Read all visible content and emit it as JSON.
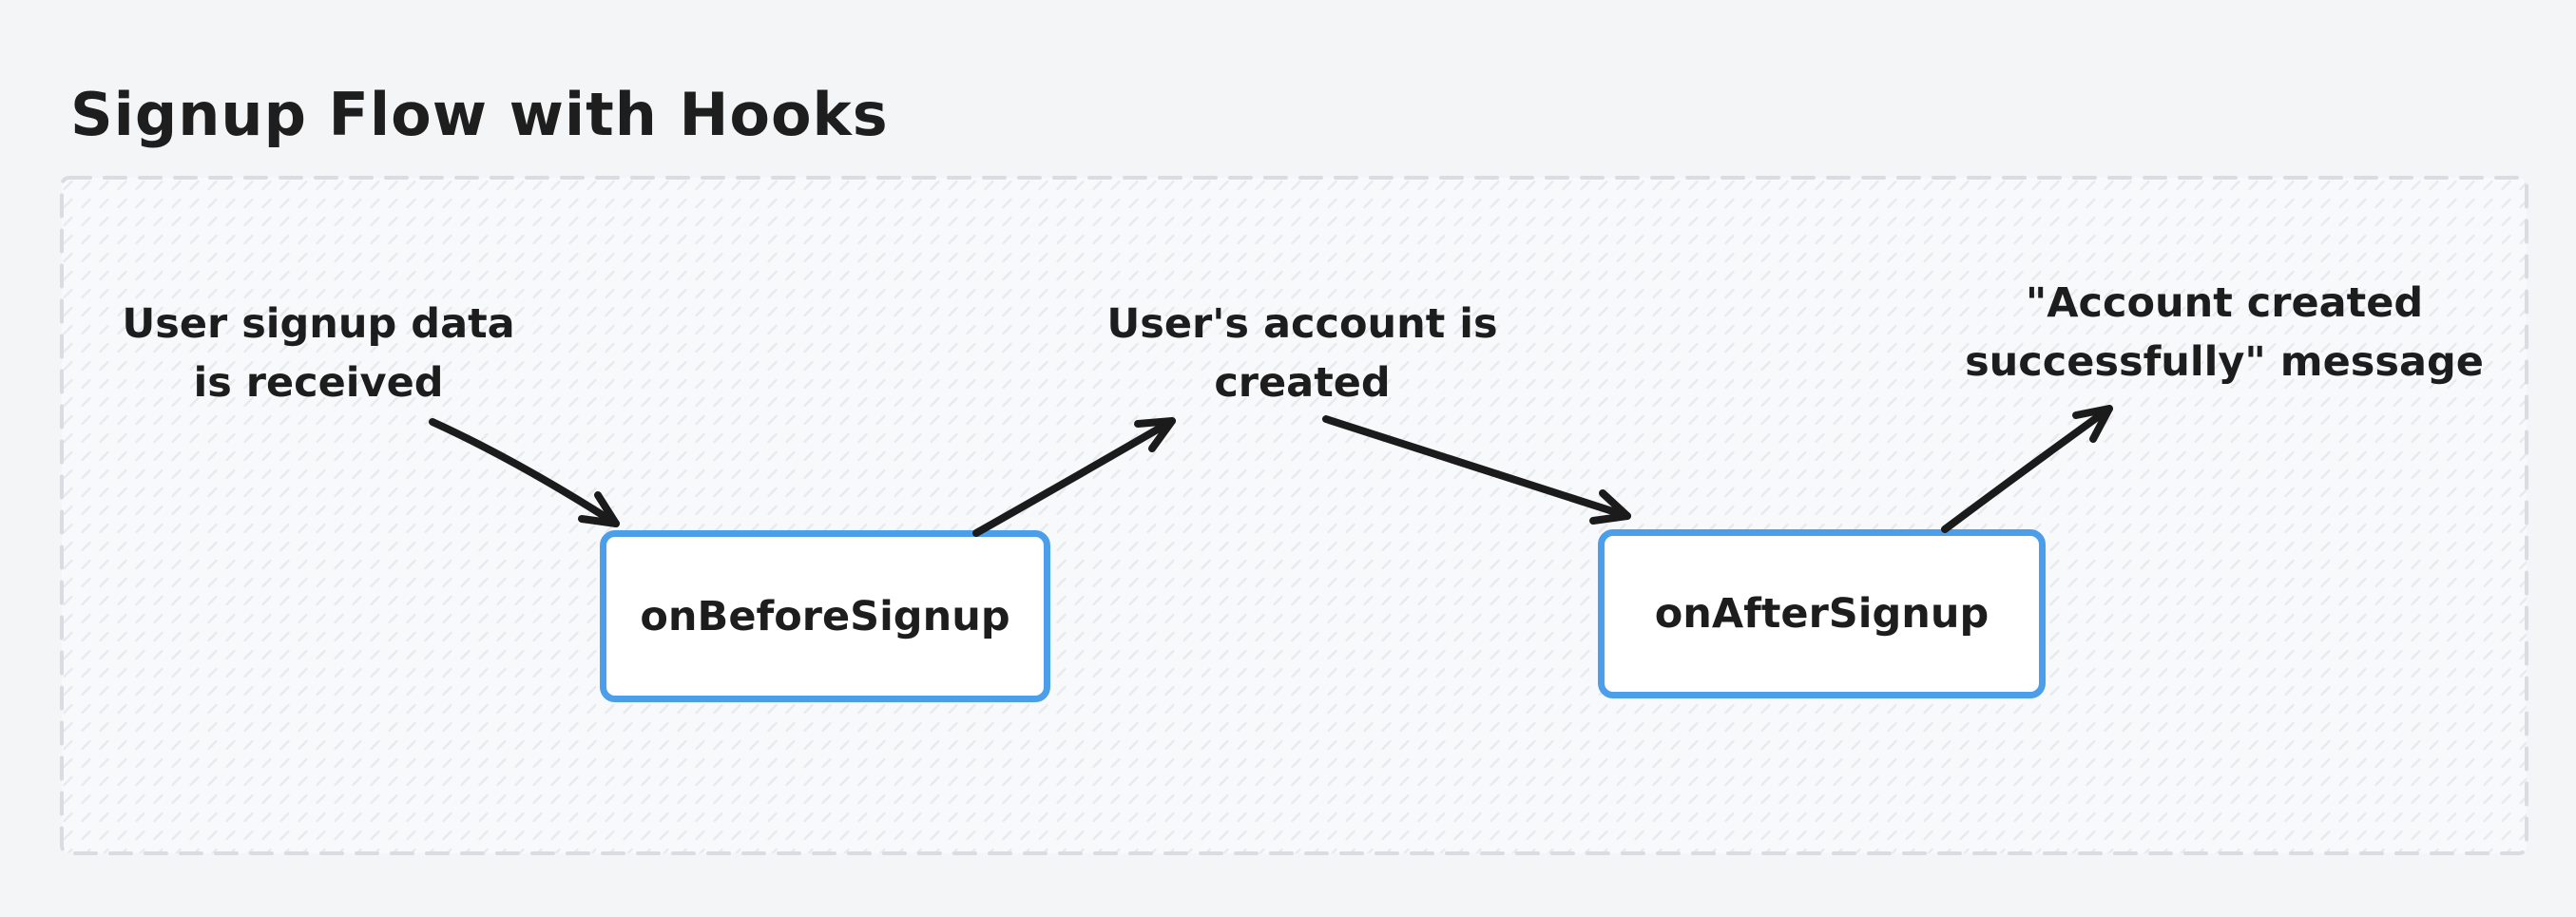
{
  "title": "Signup Flow with Hooks",
  "colors": {
    "accent_blue": "#4a9eea",
    "text": "#1d1d1d",
    "page_background": "#f4f5f7",
    "frame_background": "#f8f9fb",
    "frame_dashed_border": "#d9dce1",
    "arrow": "#1b1b1b"
  },
  "diagram": {
    "labels": {
      "input": {
        "line1": "User signup data",
        "line2": "is received"
      },
      "account": {
        "line1": "User's account is",
        "line2": "created"
      },
      "success": {
        "line1": "\"Account created",
        "line2": "successfully\" message"
      }
    },
    "nodes": {
      "before": {
        "label": "onBeforeSignup"
      },
      "after": {
        "label": "onAfterSignup"
      }
    }
  }
}
